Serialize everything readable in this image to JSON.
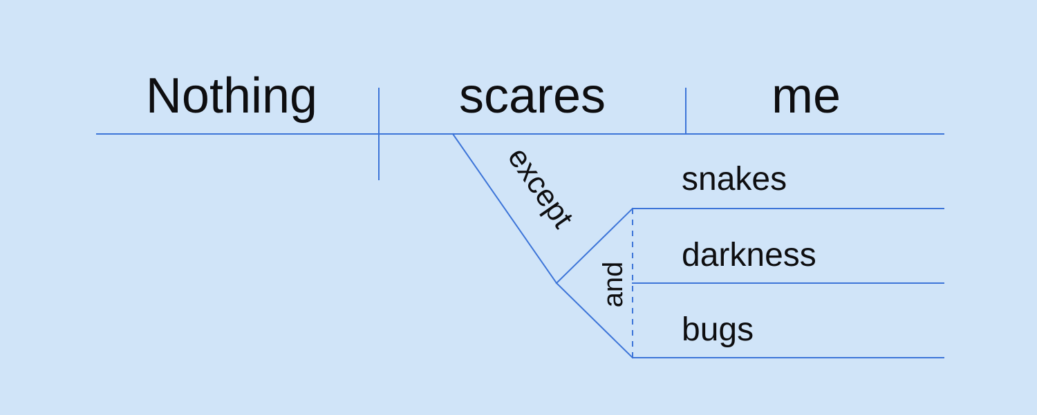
{
  "diagram": {
    "subject": "Nothing",
    "verb": "scares",
    "object": "me",
    "preposition": "except",
    "conjunction": "and",
    "objects_of_preposition": [
      "snakes",
      "darkness",
      "bugs"
    ]
  },
  "colors": {
    "background": "#d0e4f8",
    "line": "#3c74d8",
    "text": "#0e0e10"
  }
}
